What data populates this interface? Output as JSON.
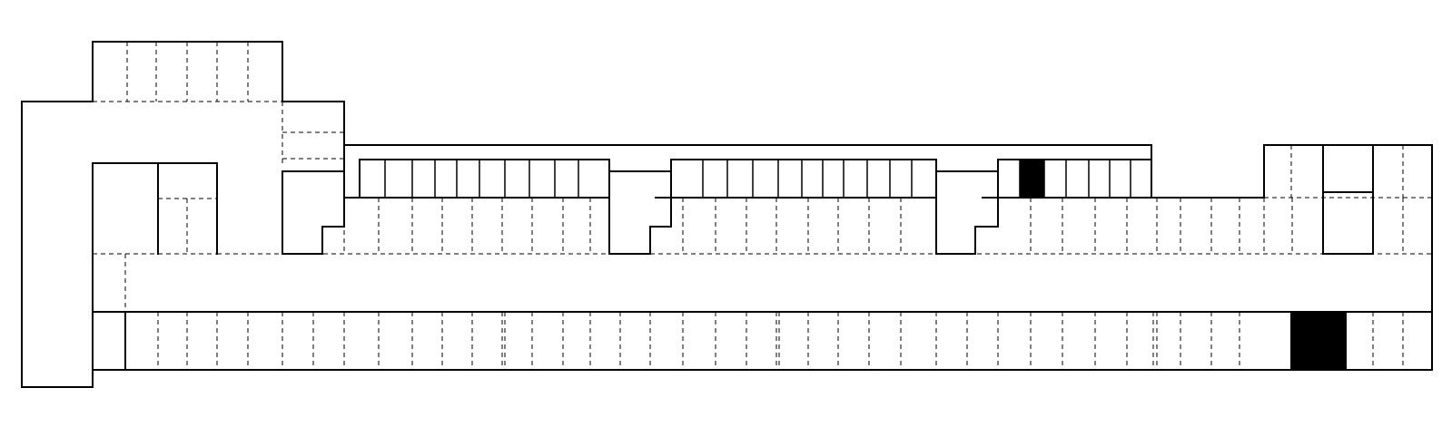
{
  "diagram": {
    "kind": "parking floor plan",
    "colors": {
      "background": "#ffffff",
      "line": "#000000",
      "occupied_space": "#000000"
    },
    "highlighted_spaces": [
      {
        "area": "upper-storage-row-3",
        "count": 1
      },
      {
        "area": "bottom-parking-row",
        "count": 2
      }
    ]
  }
}
